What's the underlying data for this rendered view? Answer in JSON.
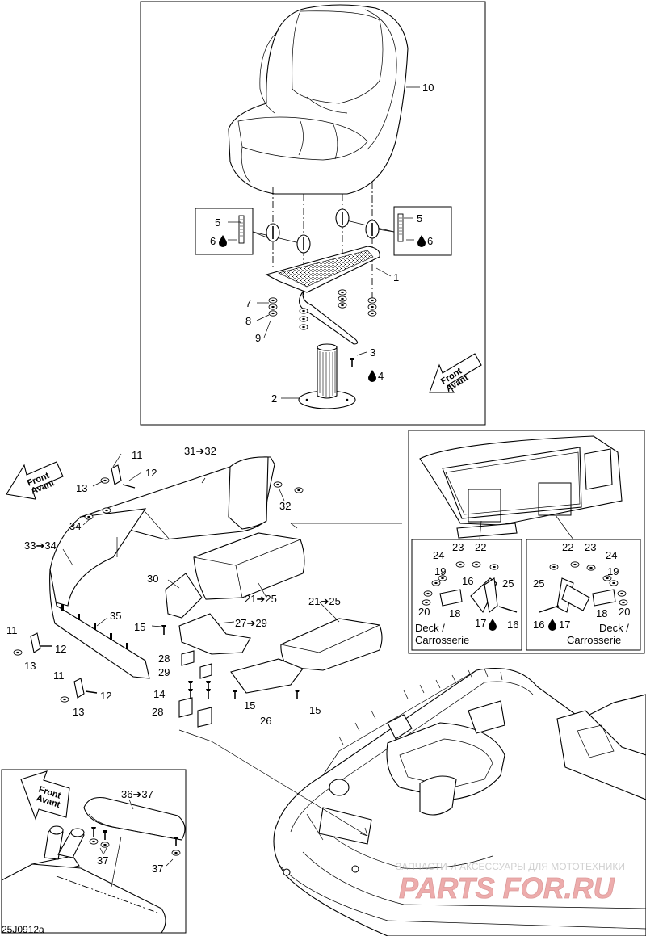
{
  "drawing_code": "25J0912a",
  "labels": {
    "l10": "10",
    "l5a": "5",
    "l6a": "6",
    "l5b": "5",
    "l6b": "6",
    "l1": "1",
    "l7": "7",
    "l8": "8",
    "l9": "9",
    "l3": "3",
    "l4": "4",
    "l2": "2",
    "l11a": "11",
    "l12a": "12",
    "l13a": "13",
    "l31": "31➔32",
    "l32": "32",
    "l34": "34",
    "l33": "33➔34",
    "l30": "30",
    "l21a": "21➔25",
    "l21b": "21➔25",
    "l35": "35",
    "l15a": "15",
    "l27": "27➔29",
    "l11b": "11",
    "l12b": "12",
    "l13b": "13",
    "l28a": "28",
    "l29": "29",
    "l14": "14",
    "l28b": "28",
    "l15b": "15",
    "l26": "26",
    "l15c": "15",
    "l11c": "11",
    "l12c": "12",
    "l13c": "13",
    "l36": "36➔37",
    "l37a": "37",
    "l37b": "37",
    "d24a": "24",
    "d23a": "23",
    "d22a": "22",
    "d19a": "19",
    "d16a": "16",
    "d25a": "25",
    "d20a": "20",
    "d18a": "18",
    "d17a": "17",
    "d16b": "16",
    "d22b": "22",
    "d23b": "23",
    "d24b": "24",
    "d25b": "25",
    "d19b": "19",
    "d18b": "18",
    "d20b": "20",
    "d16c": "16",
    "d17b": "17"
  },
  "deck_label": {
    "line1": "Deck /",
    "line2": "Carrosserie"
  },
  "front_arrows": [
    {
      "line1": "Front",
      "line2": "Avant"
    },
    {
      "line1": "Front",
      "line2": "Avant"
    },
    {
      "line1": "Front",
      "line2": "Avant"
    }
  ],
  "watermark": {
    "top": "ЗАПЧАСТИ И АКСЕССУАРЫ ДЛЯ МОТОТЕХНИКИ",
    "brand": "PARTS FOR.RU"
  },
  "icons": {
    "drop": "oil-drop-icon",
    "arrow": "front-arrow-icon"
  }
}
